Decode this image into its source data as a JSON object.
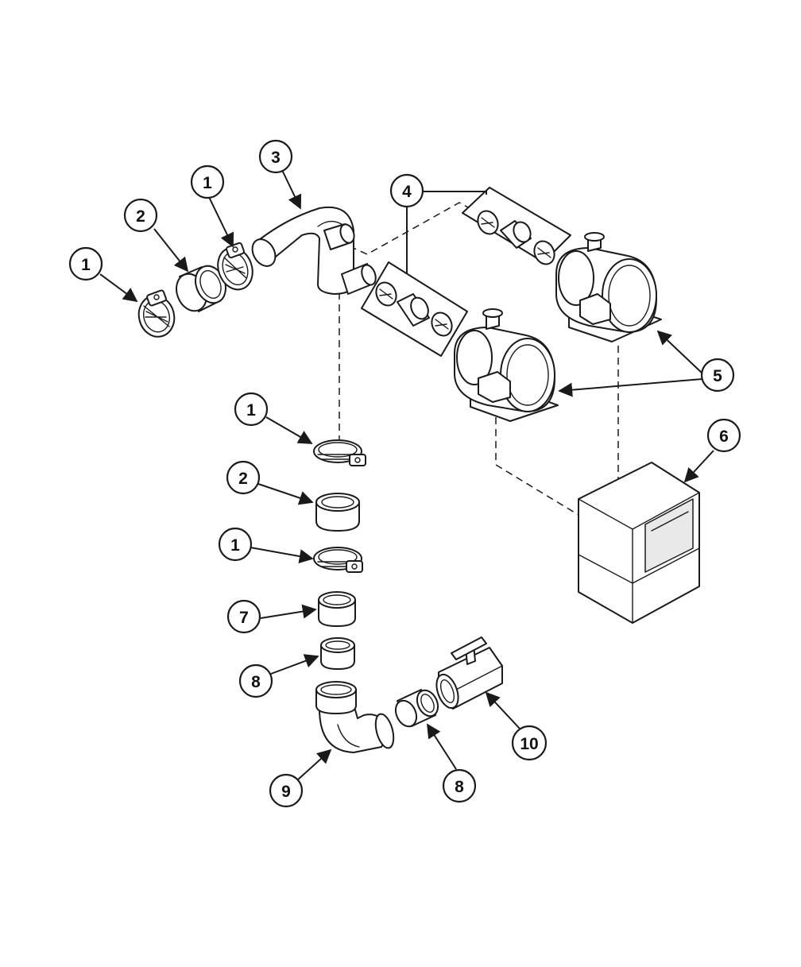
{
  "callouts": {
    "c1a": "1",
    "c1b": "1",
    "c1c": "1",
    "c1d": "1",
    "c2a": "2",
    "c2b": "2",
    "c3": "3",
    "c4": "4",
    "c5": "5",
    "c6": "6",
    "c7": "7",
    "c8a": "8",
    "c8b": "8",
    "c9": "9",
    "c10": "10"
  }
}
